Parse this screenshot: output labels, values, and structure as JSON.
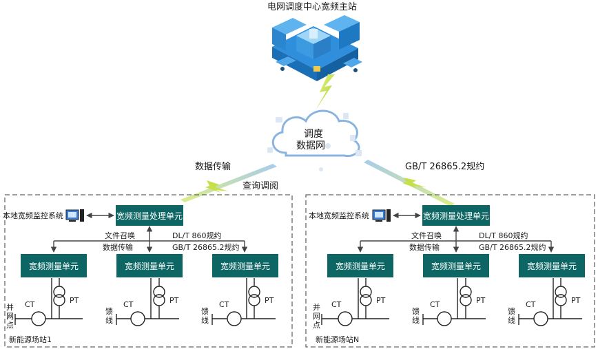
{
  "master_station": {
    "title": "电网调度中心宽频主站"
  },
  "cloud": {
    "label_line1": "调度",
    "label_line2": "数据网"
  },
  "links": {
    "left_transfer": "数据传输",
    "right_protocol": "GB/T 26865.2规约",
    "query": "查询调阅"
  },
  "stations": [
    {
      "name": "新能源场站1",
      "monitor_label": "本地宽频监控系统",
      "processor_label": "宽频测量处理单元",
      "file_call": "文件召唤",
      "data_transfer": "数据传输",
      "protocol_dl": "DL/T 860规约",
      "protocol_gb": "GB/T 26865.2规约",
      "units": [
        {
          "label": "宽频测量单元",
          "ct": "CT",
          "pt": "PT",
          "line": "并网点"
        },
        {
          "label": "宽频测量单元",
          "ct": "CT",
          "pt": "PT",
          "line": "馈线"
        },
        {
          "label": "宽频测量单元",
          "ct": "CT",
          "pt": "PT",
          "line": "馈线"
        }
      ]
    },
    {
      "name": "新能源场站N",
      "monitor_label": "本地宽频监控系统",
      "processor_label": "宽频测量处理单元",
      "file_call": "文件召唤",
      "data_transfer": "数据传输",
      "protocol_dl": "DL/T 860规约",
      "protocol_gb": "GB/T 26865.2规约",
      "units": [
        {
          "label": "宽频测量单元",
          "ct": "CT",
          "pt": "PT",
          "line": "并网点"
        },
        {
          "label": "宽频测量单元",
          "ct": "CT",
          "pt": "PT",
          "line": "馈线"
        },
        {
          "label": "宽频测量单元",
          "ct": "CT",
          "pt": "PT",
          "line": "馈线"
        }
      ]
    }
  ],
  "colors": {
    "unit_box": "#0d6663",
    "dashed_border": "#666666",
    "lightning": "#c8df4c",
    "cloud_stroke": "#8ab4e0",
    "master_blue": "#1e88d8"
  }
}
